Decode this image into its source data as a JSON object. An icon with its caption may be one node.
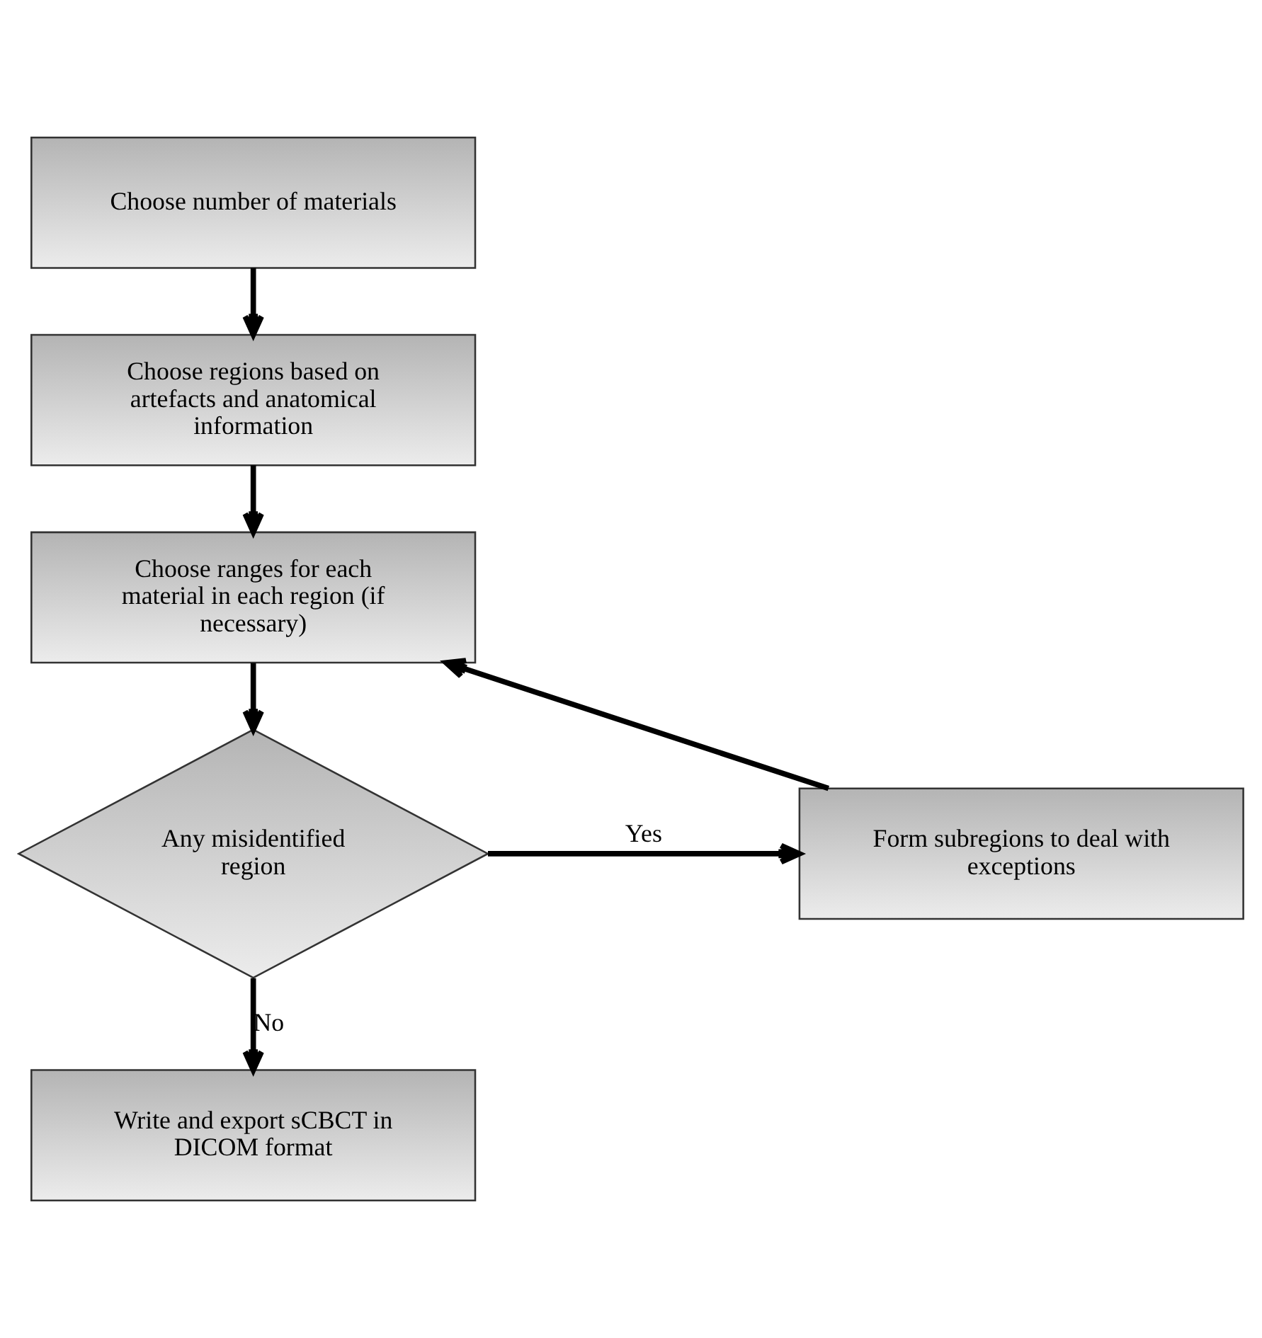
{
  "diagram": {
    "nodes": [
      {
        "text": [
          "Choose number of materials"
        ]
      },
      {
        "text": [
          "Choose regions based on artefacts and anatomical information"
        ]
      },
      {
        "text": [
          "Choose ranges for each material in each region (if necessary)"
        ]
      },
      {
        "text": [
          "Any misidentified region"
        ]
      },
      {
        "text": [
          "Form subregions to deal with exceptions"
        ]
      },
      {
        "text": [
          "Write and export sCBCT in DICOM format"
        ]
      }
    ],
    "edges": [
      {
        "from": 0,
        "to": 1,
        "arrow": "to"
      },
      {
        "from": 1,
        "to": 2,
        "arrow": "to"
      },
      {
        "from": 2,
        "to": 3,
        "arrow": "to"
      },
      {
        "from": 3,
        "to": 4,
        "arrow": "to",
        "label": "Yes"
      },
      {
        "from": 3,
        "to": 5,
        "arrow": "to",
        "label": "No"
      },
      {
        "from": 4,
        "to": 2,
        "arrow": "to"
      }
    ]
  }
}
